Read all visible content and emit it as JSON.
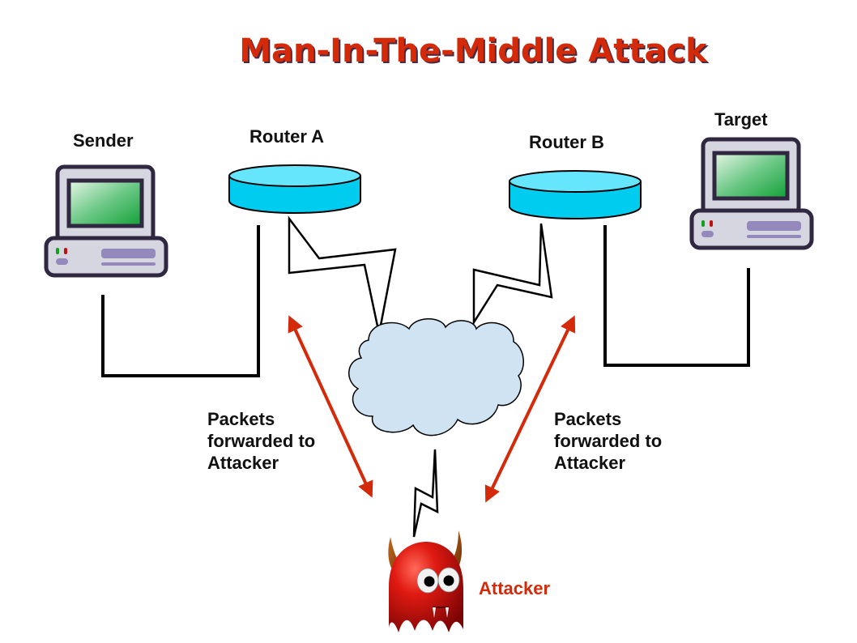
{
  "title": "Man-In-The-Middle Attack",
  "colors": {
    "title": "#d42a0a",
    "arrow": "#d42a0a",
    "router_fill": "#00ccf0",
    "router_top": "#66e6fc",
    "cloud_fill": "#cfe3f2",
    "computer_body": "#d6d6e0",
    "computer_outline": "#302840",
    "screen_green": "#20a040",
    "drive_slot": "#9488bc",
    "attacker_red": "#d01010",
    "horn_brown": "#8a3a08"
  },
  "nodes": {
    "sender": {
      "label": "Sender",
      "icon": "desktop-computer-icon"
    },
    "router_a": {
      "label": "Router A",
      "icon": "router-disk-icon"
    },
    "router_b": {
      "label": "Router B",
      "icon": "router-disk-icon"
    },
    "target": {
      "label": "Target",
      "icon": "desktop-computer-icon"
    },
    "internet": {
      "label": "",
      "icon": "cloud-icon"
    },
    "attacker": {
      "label": "Attacker",
      "icon": "devil-monster-icon"
    }
  },
  "links": [
    {
      "from": "sender",
      "to": "router_a",
      "type": "wired"
    },
    {
      "from": "router_b",
      "to": "target",
      "type": "wired"
    },
    {
      "from": "router_a",
      "to": "internet",
      "type": "wireless-zigzag"
    },
    {
      "from": "router_b",
      "to": "internet",
      "type": "wireless-zigzag"
    },
    {
      "from": "internet",
      "to": "attacker",
      "type": "wireless-zigzag"
    },
    {
      "from": "router_a",
      "to": "attacker",
      "type": "bidirectional-arrow"
    },
    {
      "from": "router_b",
      "to": "attacker",
      "type": "bidirectional-arrow"
    }
  ],
  "annotations": {
    "left": "Packets\nforwarded to\nAttacker",
    "right": "Packets\nforwarded to\nAttacker"
  }
}
